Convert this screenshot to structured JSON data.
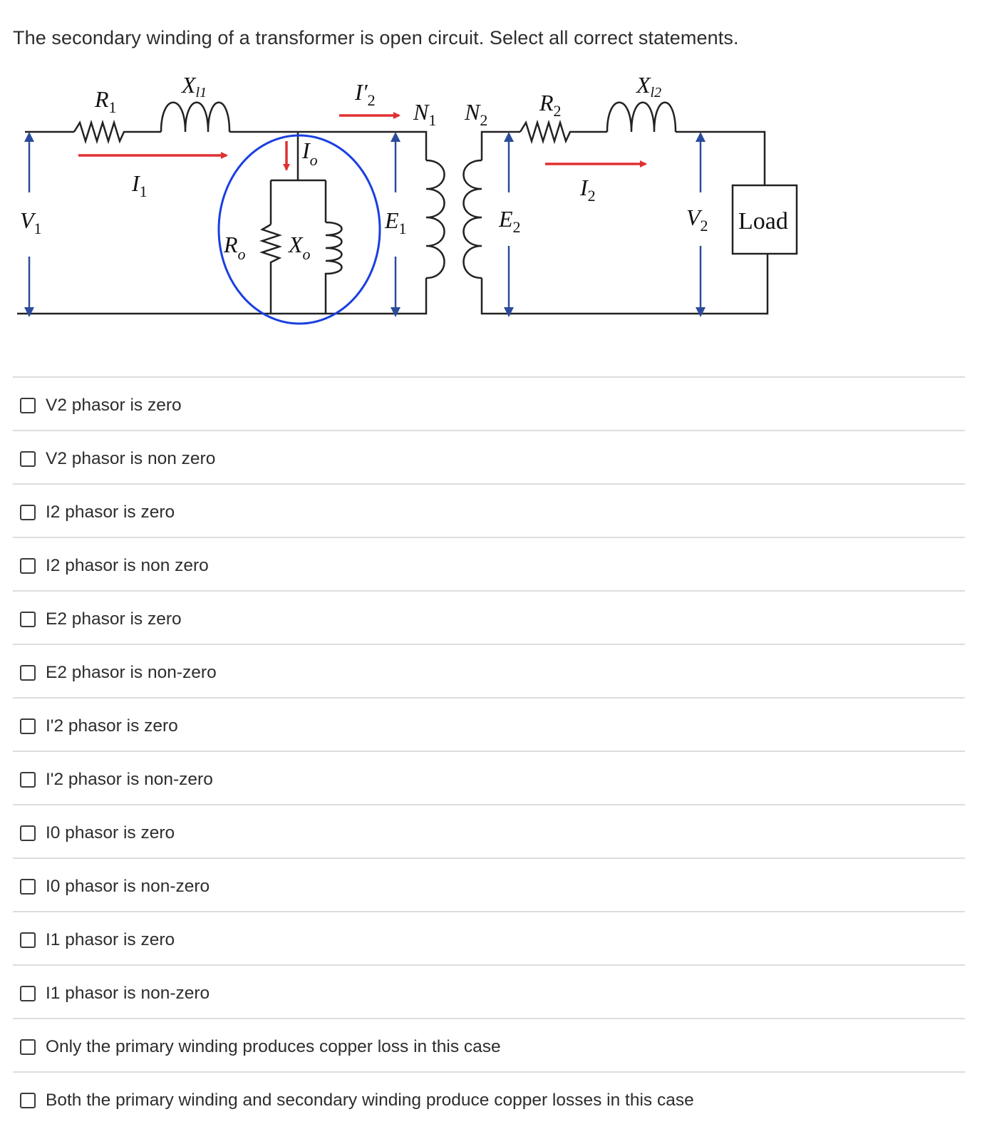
{
  "question": "The secondary winding of a transformer is open circuit.  Select all correct statements.",
  "diagram_labels": {
    "R1": "R",
    "R1_sub": "1",
    "Xl1": "X",
    "Xl1_sub": "l1",
    "I1": "I",
    "I1_sub": "1",
    "V1": "V",
    "V1_sub": "1",
    "Io": "I",
    "Io_sub": "o",
    "Ro": "R",
    "Ro_sub": "o",
    "Xo": "X",
    "Xo_sub": "o",
    "I2p": "I′",
    "I2p_sub": "2",
    "N1": "N",
    "N1_sub": "1",
    "N2": "N",
    "N2_sub": "2",
    "E1": "E",
    "E1_sub": "1",
    "E2": "E",
    "E2_sub": "2",
    "R2": "R",
    "R2_sub": "2",
    "Xl2": "X",
    "Xl2_sub": "l2",
    "I2": "I",
    "I2_sub": "2",
    "V2": "V",
    "V2_sub": "2",
    "Load": "Load"
  },
  "colors": {
    "current_arrow": "#e03131",
    "voltage_arrow": "#2b4c9b",
    "highlight_circle": "#1a3fe0",
    "wire": "#222222"
  },
  "options": [
    {
      "label": "V2 phasor is zero",
      "checked": false
    },
    {
      "label": "V2 phasor is non zero",
      "checked": false
    },
    {
      "label": "I2 phasor is zero",
      "checked": false
    },
    {
      "label": "I2 phasor is non zero",
      "checked": false
    },
    {
      "label": "E2 phasor is zero",
      "checked": false
    },
    {
      "label": "E2 phasor is non-zero",
      "checked": false
    },
    {
      "label": "I'2 phasor is zero",
      "checked": false
    },
    {
      "label": "I'2 phasor is non-zero",
      "checked": false
    },
    {
      "label": "I0 phasor is zero",
      "checked": false
    },
    {
      "label": "I0 phasor is non-zero",
      "checked": false
    },
    {
      "label": "I1 phasor is zero",
      "checked": false
    },
    {
      "label": "I1 phasor is non-zero",
      "checked": false
    },
    {
      "label": "Only the primary winding produces copper loss in this case",
      "checked": false
    },
    {
      "label": "Both the primary winding and secondary winding produce copper losses in this case",
      "checked": false
    }
  ]
}
